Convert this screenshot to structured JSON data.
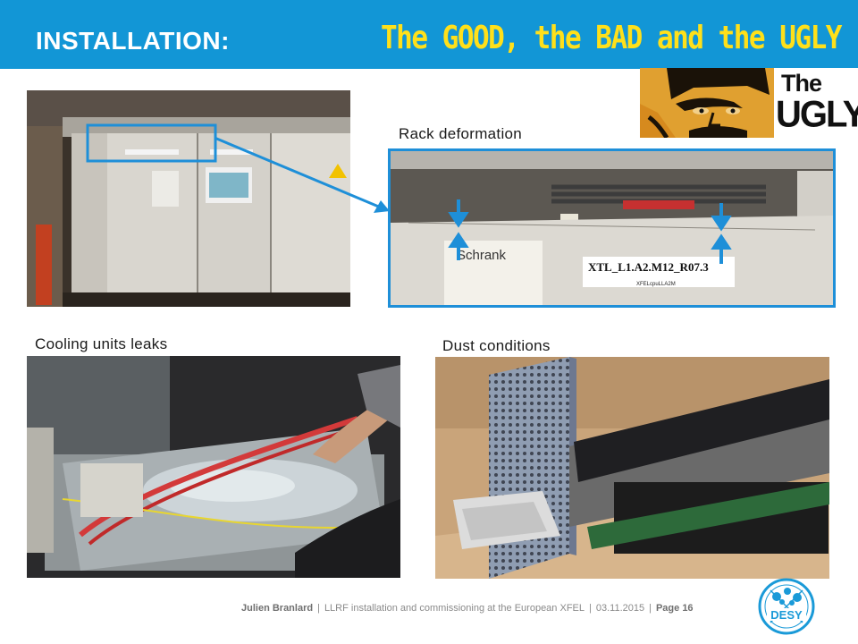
{
  "header": {
    "title": "INSTALLATION:",
    "subtitle": "The GOOD, the BAD and the UGLY",
    "color": "#1296d6",
    "subtitle_color": "#ffe01a"
  },
  "badge": {
    "line1": "The",
    "line2": "UGLY"
  },
  "captions": {
    "rack": "Rack deformation",
    "cooling": "Cooling units leaks",
    "dust": "Dust conditions"
  },
  "rack_labels": {
    "schrank": "Schrank",
    "label": "XTL_L1.A2.M12_R07.3",
    "small_label": "XFELcpuLLA2M"
  },
  "footer": {
    "author": "Julien Branlard",
    "talk": "LLRF installation and commissioning at the European XFEL",
    "date": "03.11.2015",
    "page_label": "Page 16"
  },
  "logo": {
    "text": "DESY"
  },
  "accent_color": "#1e8fd8"
}
